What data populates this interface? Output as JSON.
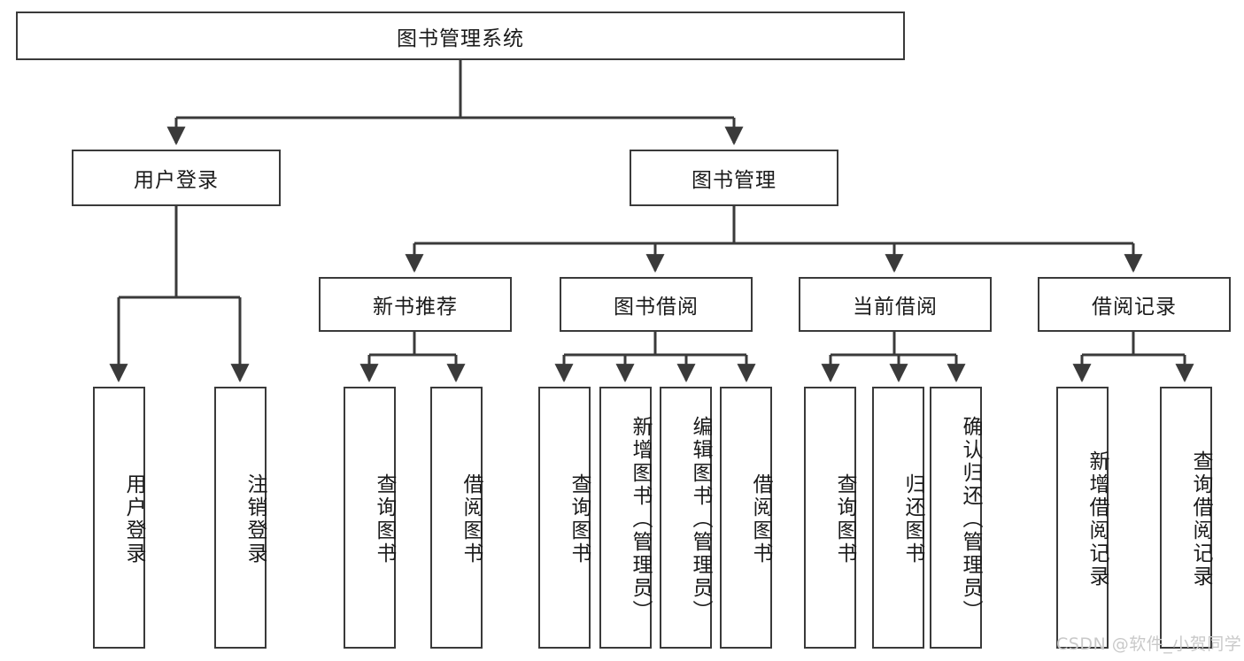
{
  "diagram": {
    "title_text": "图书管理系统",
    "type": "hierarchy-tree",
    "orientation": "top-down",
    "colors": {
      "box_border": "#3a3a3a",
      "box_fill": "#ffffff",
      "edge": "#3a3a3a",
      "text": "#1a1a1a",
      "watermark": "#c9c9c9",
      "background": "#ffffff"
    }
  },
  "root": {
    "label": "图书管理系统"
  },
  "level1": [
    {
      "label": "用户登录"
    },
    {
      "label": "图书管理"
    }
  ],
  "level2": [
    {
      "label": "新书推荐"
    },
    {
      "label": "图书借阅"
    },
    {
      "label": "当前借阅"
    },
    {
      "label": "借阅记录"
    }
  ],
  "leaves": {
    "user_login": [
      {
        "label": "用户登录"
      },
      {
        "label": "注销登录"
      }
    ],
    "new_book_recommend": [
      {
        "label": "查询图书"
      },
      {
        "label": "借阅图书"
      }
    ],
    "book_borrow": [
      {
        "label": "查询图书"
      },
      {
        "label": "新增图书（管理员）"
      },
      {
        "label": "编辑图书（管理员）"
      },
      {
        "label": "借阅图书"
      }
    ],
    "current_borrow": [
      {
        "label": "查询图书"
      },
      {
        "label": "归还图书"
      },
      {
        "label": "确认归还（管理员）"
      }
    ],
    "borrow_record": [
      {
        "label": "新增借阅记录"
      },
      {
        "label": "查询借阅记录"
      }
    ]
  },
  "watermark": {
    "text": "CSDN @软件_小贺同学"
  }
}
